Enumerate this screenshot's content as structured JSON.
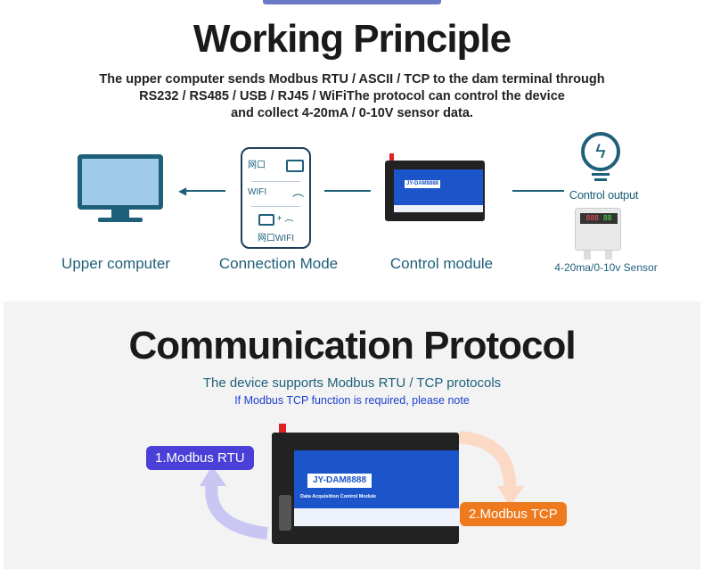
{
  "working": {
    "title": "Working Principle",
    "intro": [
      "The upper computer sends Modbus RTU / ASCII / TCP to the dam terminal through",
      "RS232 / RS485 / USB / RJ45 / WiFiThe protocol can control the device",
      "and collect 4-20mA / 0-10V sensor data."
    ],
    "labels": {
      "upper": "Upper computer",
      "connection": "Connection Mode",
      "control": "Control module",
      "control_output": "Control output",
      "sensor": "4-20ma/0-10v Sensor"
    },
    "conn_modes": {
      "lan": "网口",
      "wifi": "WIFI",
      "plus": "+",
      "lan_wifi": "网口WIFI"
    },
    "device_name": "JY-DAM8888",
    "display": {
      "red": "888",
      "green": "88"
    }
  },
  "protocol": {
    "title": "Communication Protocol",
    "subtitle": "The device supports Modbus RTU / TCP protocols",
    "note": "If Modbus TCP function is required, please note",
    "rtu": "1.Modbus RTU",
    "tcp": "2.Modbus TCP",
    "device_name": "JY-DAM8888",
    "device_caption": "Data Acquisition Control Module"
  },
  "colors": {
    "accent": "#1e5f7a",
    "rtu": "#4a3fd6",
    "tcp": "#ee7a1d",
    "note": "#1a3fd0"
  }
}
